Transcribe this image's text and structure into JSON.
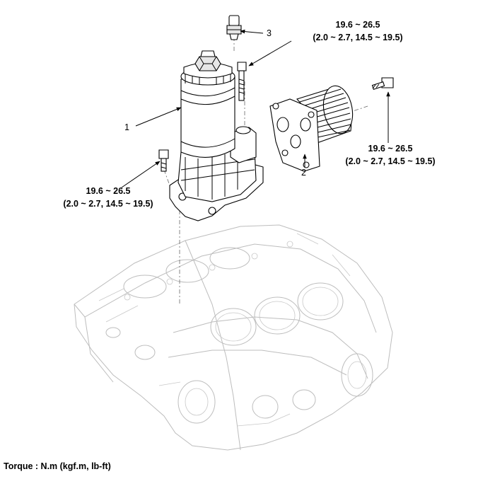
{
  "callouts": {
    "c1": "1",
    "c2": "2",
    "c3": "3"
  },
  "torque_specs": {
    "top_right": {
      "line1": "19.6 ~ 26.5",
      "line2": "(2.0 ~ 2.7, 14.5 ~ 19.5)"
    },
    "right": {
      "line1": "19.6 ~ 26.5",
      "line2": "(2.0 ~ 2.7, 14.5 ~ 19.5)"
    },
    "left": {
      "line1": "19.6 ~ 26.5",
      "line2": "(2.0 ~ 2.7, 14.5 ~ 19.5)"
    }
  },
  "footer": {
    "torque_unit": "Torque : N.m (kgf.m, lb-ft)"
  }
}
